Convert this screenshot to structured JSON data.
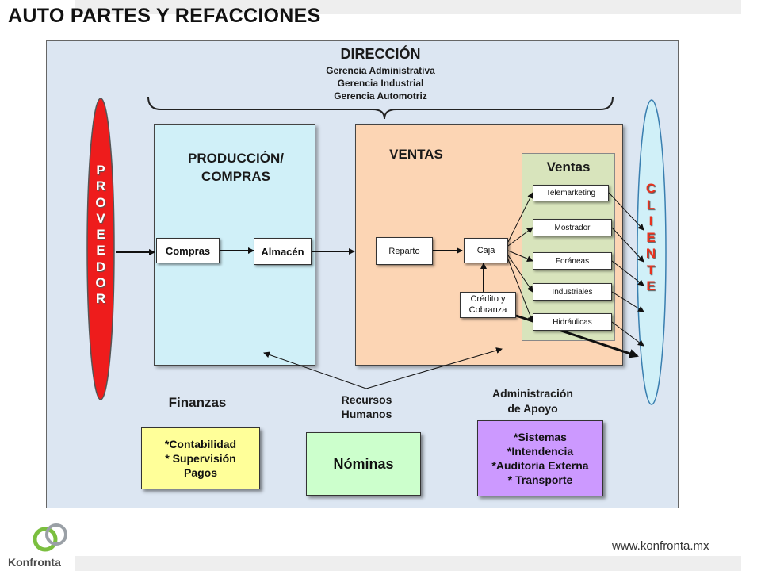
{
  "title": "AUTO PARTES Y REFACCIONES",
  "direccion": {
    "title": "DIRECCIÓN",
    "lines": [
      "Gerencia Administrativa",
      "Gerencia Industrial",
      "Gerencia Automotriz"
    ]
  },
  "proveedor": [
    "P",
    "R",
    "O",
    "V",
    "E",
    "E",
    "D",
    "O",
    "R"
  ],
  "cliente": [
    "C",
    "L",
    "I",
    "E",
    "N",
    "T",
    "E"
  ],
  "produccion": {
    "title_line1": "PRODUCCIÓN/",
    "title_line2": "COMPRAS",
    "compras": "Compras",
    "almacen": "Almacén"
  },
  "ventas": {
    "title": "VENTAS",
    "reparto": "Reparto",
    "caja": "Caja",
    "credito_line1": "Crédito y",
    "credito_line2": "Cobranza",
    "subpanel_title": "Ventas",
    "channels": [
      "Telemarketing",
      "Mostrador",
      "Foráneas",
      "Industriales",
      "Hidráulicas"
    ]
  },
  "finanzas": {
    "title": "Finanzas",
    "lines": [
      "*Contabilidad",
      "* Supervisión",
      "Pagos"
    ]
  },
  "rrhh": {
    "line1": "Recursos",
    "line2": "Humanos",
    "box": "Nóminas"
  },
  "apoyo": {
    "title_line1": "Administración",
    "title_line2": "de Apoyo",
    "lines": [
      "*Sistemas",
      "*Intendencia",
      "*Auditoria Externa",
      "* Transporte"
    ]
  },
  "colors": {
    "frame": "#dce6f2",
    "produccion": "#d0f0f8",
    "ventas": "#fcd5b4",
    "ventas_sub": "#d8e4bc",
    "proveedor": "#ee1c1c",
    "cliente": "#d0f0f8",
    "finanzas": "#ffff99",
    "nominas": "#ccffcc",
    "apoyo": "#cc99ff",
    "logo": "#7bbf3f"
  },
  "footer": {
    "logo_text": "Konfronta",
    "url": "www.konfronta.mx"
  }
}
